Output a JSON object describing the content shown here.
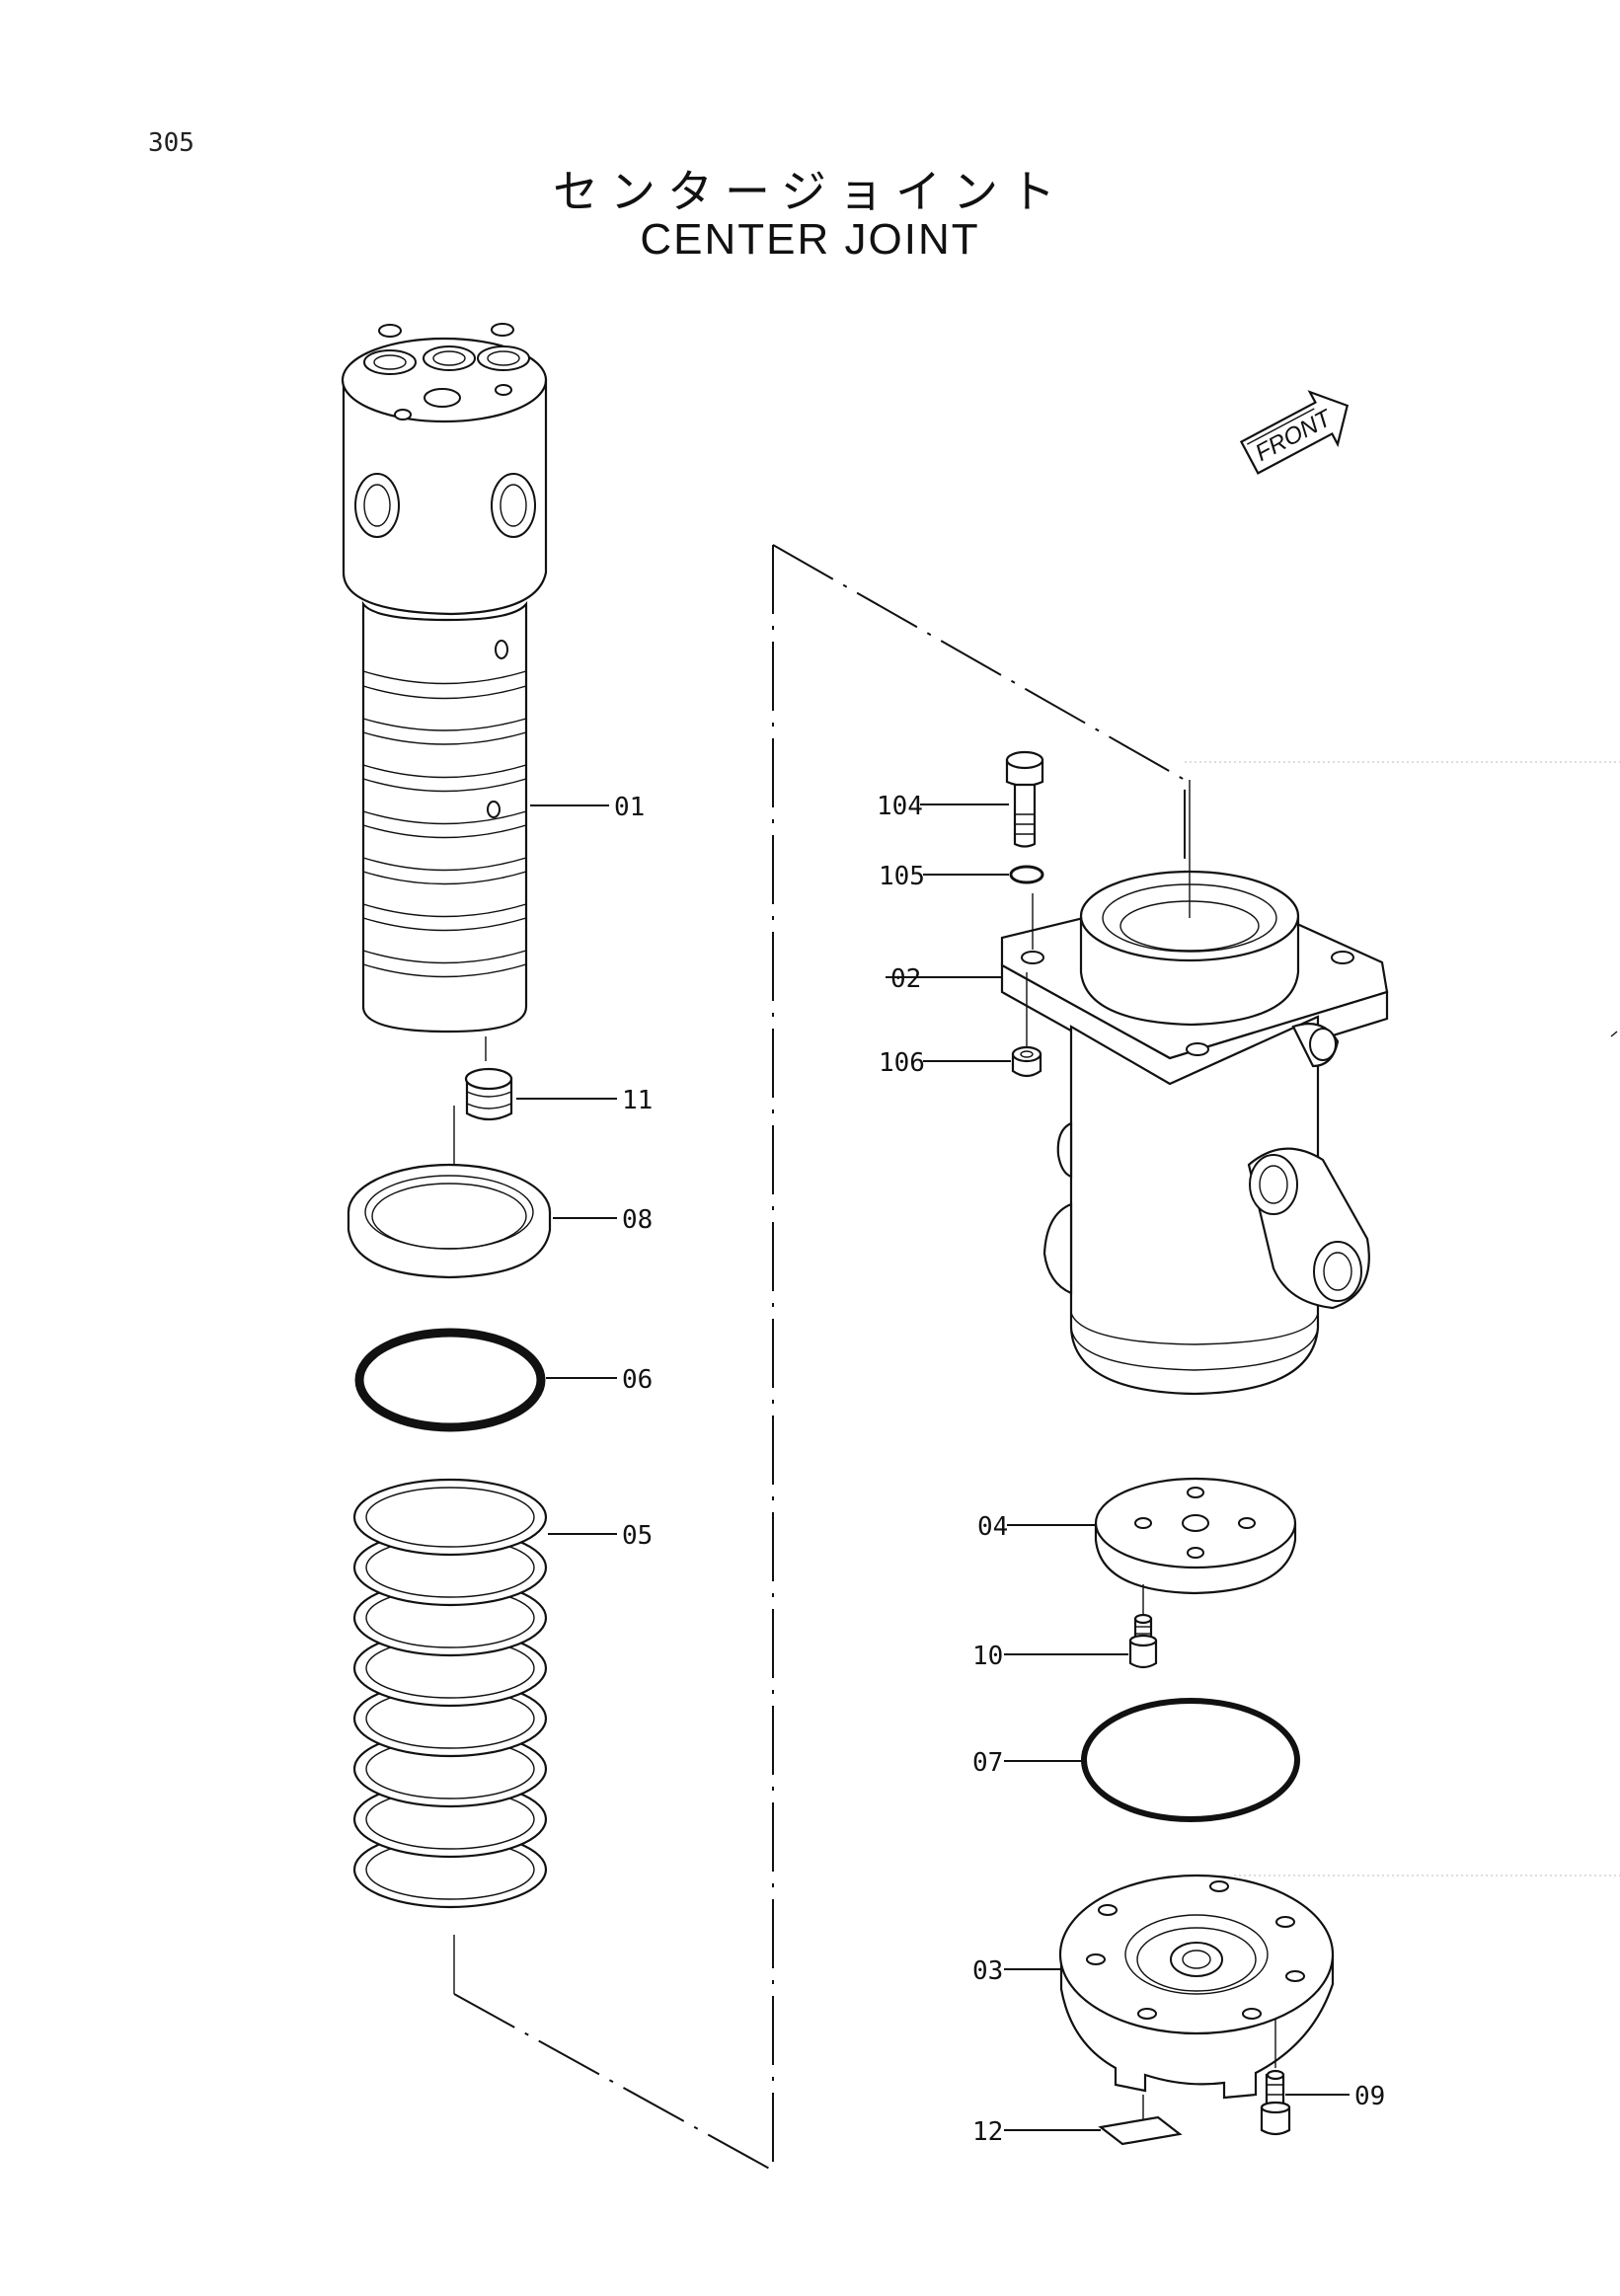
{
  "page_number": "305",
  "title_jp": "センタージョイント",
  "title_en": "CENTER JOINT",
  "front_label": "FRONT",
  "parts": [
    {
      "id": "01"
    },
    {
      "id": "11"
    },
    {
      "id": "08"
    },
    {
      "id": "06"
    },
    {
      "id": "05"
    },
    {
      "id": "104"
    },
    {
      "id": "105"
    },
    {
      "id": "02"
    },
    {
      "id": "106"
    },
    {
      "id": "04"
    },
    {
      "id": "10"
    },
    {
      "id": "07"
    },
    {
      "id": "03"
    },
    {
      "id": "09"
    },
    {
      "id": "12"
    }
  ]
}
